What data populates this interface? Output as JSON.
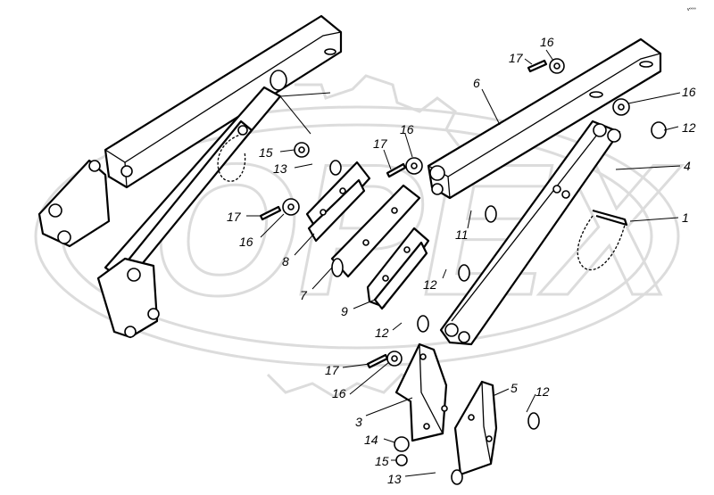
{
  "figure": {
    "corner_mark": "vºººº",
    "background": "#ffffff",
    "watermark_color": "#dcdcdc"
  },
  "callouts": [
    {
      "id": "c16a",
      "text": "16"
    },
    {
      "id": "c17a",
      "text": "17"
    },
    {
      "id": "c6",
      "text": "6"
    },
    {
      "id": "c16b",
      "text": "16"
    },
    {
      "id": "c12a",
      "text": "12"
    },
    {
      "id": "c15a",
      "text": "15"
    },
    {
      "id": "c16c",
      "text": "16"
    },
    {
      "id": "c17b",
      "text": "17"
    },
    {
      "id": "c4",
      "text": "4"
    },
    {
      "id": "c13a",
      "text": "13"
    },
    {
      "id": "c17c",
      "text": "17"
    },
    {
      "id": "c1",
      "text": "1"
    },
    {
      "id": "c16d",
      "text": "16"
    },
    {
      "id": "c11",
      "text": "11"
    },
    {
      "id": "c8",
      "text": "8"
    },
    {
      "id": "c12b",
      "text": "12"
    },
    {
      "id": "c7",
      "text": "7"
    },
    {
      "id": "c9",
      "text": "9"
    },
    {
      "id": "c12c",
      "text": "12"
    },
    {
      "id": "c17d",
      "text": "17"
    },
    {
      "id": "c5",
      "text": "5"
    },
    {
      "id": "c12d",
      "text": "12"
    },
    {
      "id": "c16e",
      "text": "16"
    },
    {
      "id": "c3",
      "text": "3"
    },
    {
      "id": "c14",
      "text": "14"
    },
    {
      "id": "c15b",
      "text": "15"
    },
    {
      "id": "c13b",
      "text": "13"
    }
  ]
}
